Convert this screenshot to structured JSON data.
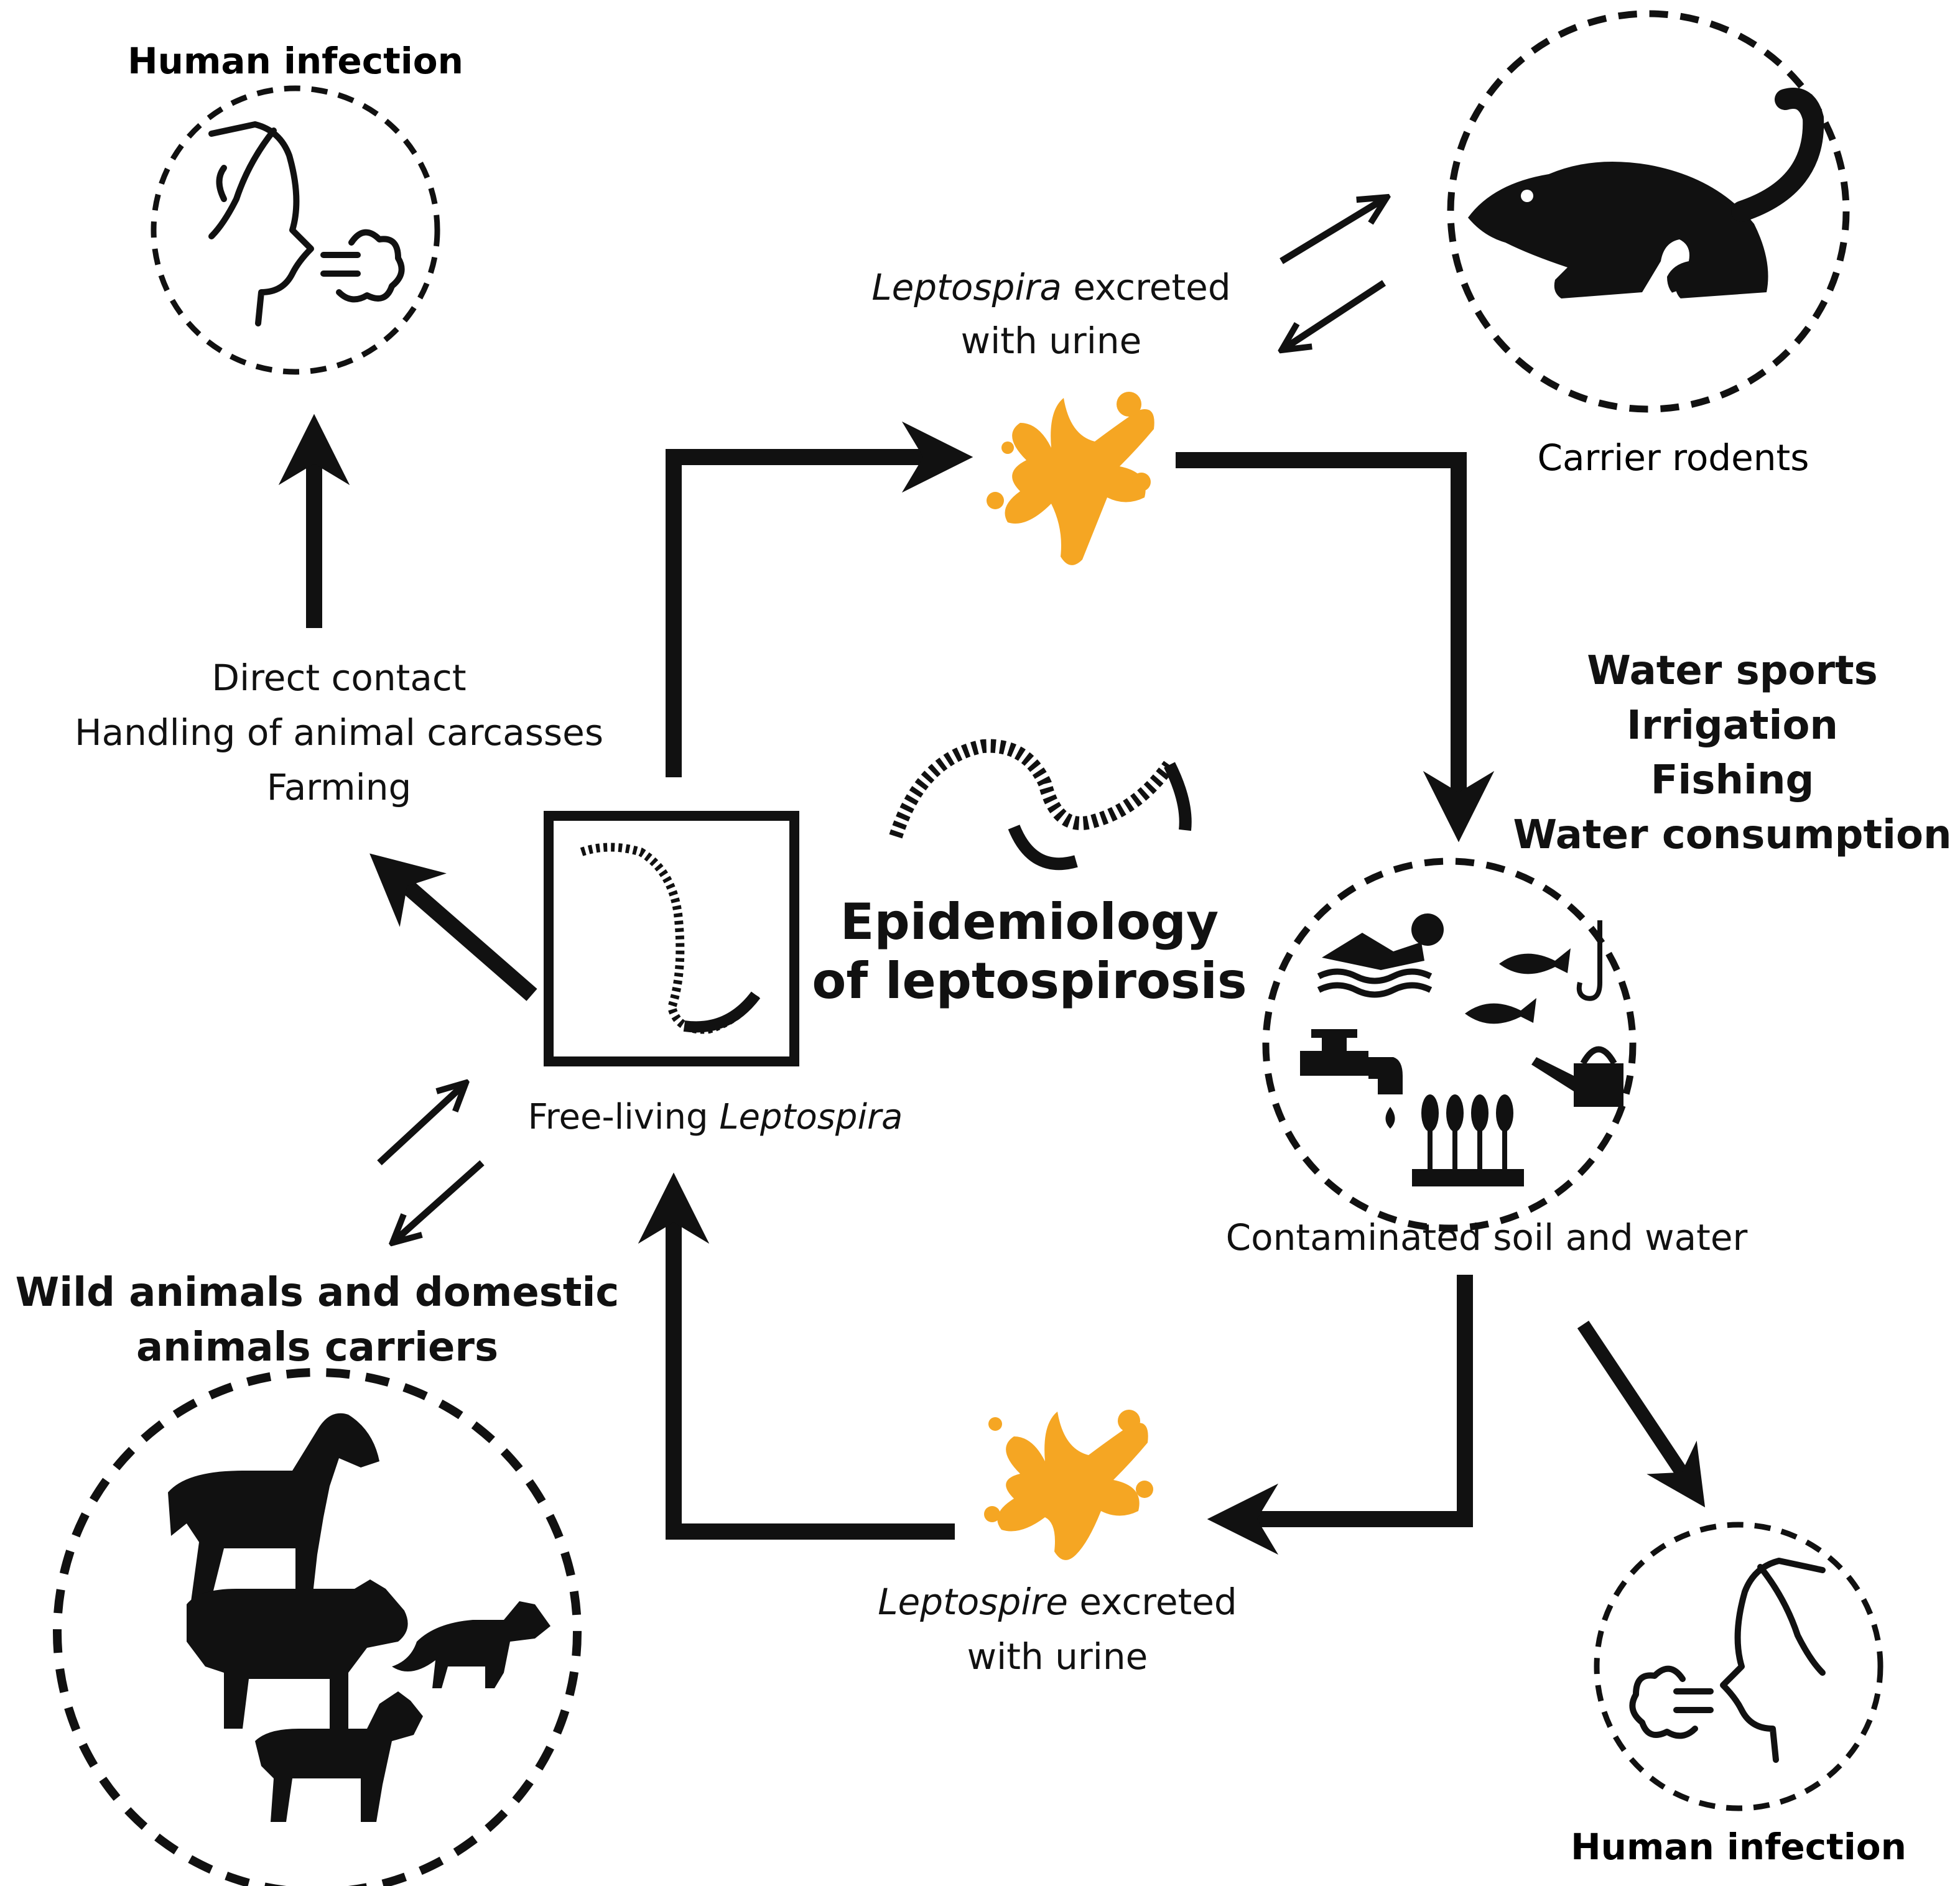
{
  "labels": {
    "human_infection_top": "Human infection",
    "carrier_rodents": "Carrier rodents",
    "excreted_top_italic": "Leptospira",
    "excreted_top_rest": " excreted",
    "excreted_top_line2": "with urine",
    "water_activities": [
      "Water sports",
      "Irrigation",
      "Fishing",
      "Water consumption"
    ],
    "contaminated": "Contaminated soil and water",
    "human_infection_bottom": "Human infection",
    "excreted_bottom_italic": "Leptospire",
    "excreted_bottom_rest": " excreted",
    "excreted_bottom_line2": "with urine",
    "free_living_plain": "Free-living ",
    "free_living_italic": "Leptospira",
    "contact_routes": [
      "Direct contact",
      "Handling of animal carcasses",
      "Farming"
    ],
    "wild_animals": [
      "Wild animals and domestic",
      "animals carriers"
    ],
    "title": [
      "Epidemiology",
      "of leptospirosis"
    ]
  },
  "icons": {
    "human_top": "human-breathing-icon",
    "rodent": "rat-icon",
    "urine_splash": "urine-splash-icon",
    "water_scene": [
      "swimmer-icon",
      "fish-icon",
      "fishing-hook-icon",
      "faucet-icon",
      "watering-can-icon",
      "wheat-field-icon"
    ],
    "animals": [
      "horse-icon",
      "cow-icon",
      "fox-icon",
      "goat-icon"
    ],
    "bacterium": "leptospira-spiral-icon"
  },
  "colors": {
    "ink": "#111111",
    "splash": "#F5A623"
  }
}
